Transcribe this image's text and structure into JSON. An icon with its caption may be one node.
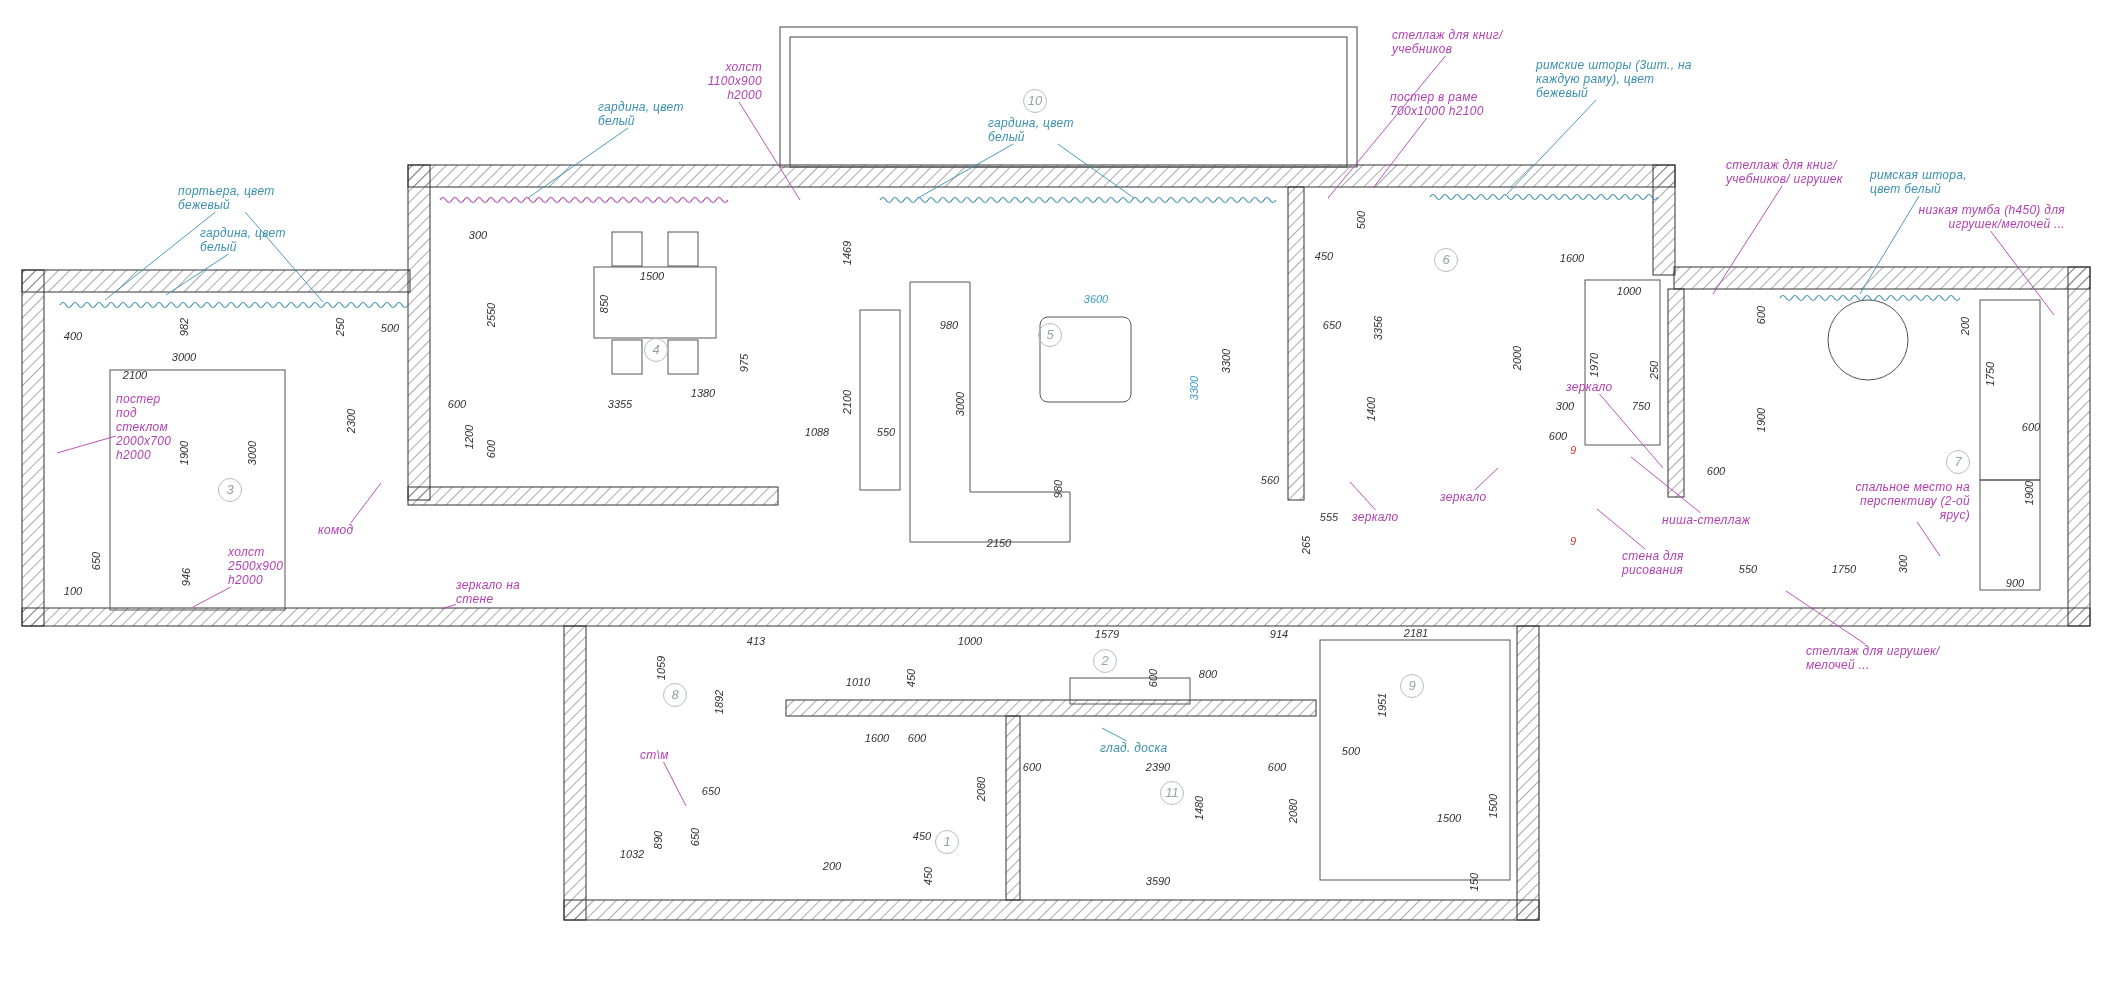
{
  "diagram": {
    "nodes": [
      {
        "text": [
          "портьера, цвет бежевый"
        ]
      },
      {
        "text": [
          "гардина, цвет белый"
        ]
      },
      {
        "text": [
          "гардина, цвет белый"
        ]
      },
      {
        "text": [
          "холст 1100x900 h2000"
        ]
      },
      {
        "text": [
          "гардина, цвет белый"
        ]
      },
      {
        "text": [
          "стеллаж для книг/учебников"
        ]
      },
      {
        "text": [
          "постер в раме 700x1000 h2100"
        ]
      },
      {
        "text": [
          "римские шторы (3шт., на каждую раму), цвет бежевый"
        ]
      },
      {
        "text": [
          "стеллаж для книг/учебников/ игрушек"
        ]
      },
      {
        "text": [
          "римская штора, цвет белый"
        ]
      },
      {
        "text": [
          "низкая тумба (h450) для игрушек/мелочей ..."
        ]
      },
      {
        "text": [
          "постер под стеклом 2000x700 h2000"
        ]
      },
      {
        "text": [
          "комод"
        ]
      },
      {
        "text": [
          "холст 2500x900 h2000"
        ]
      },
      {
        "text": [
          "зеркало на стене"
        ]
      },
      {
        "text": [
          "зеркало"
        ]
      },
      {
        "text": [
          "зеркало"
        ]
      },
      {
        "text": [
          "зеркало"
        ]
      },
      {
        "text": [
          "ниша-стеллаж"
        ]
      },
      {
        "text": [
          "стена для рисования"
        ]
      },
      {
        "text": [
          "спальное место на перспективу (2-ой ярус)"
        ]
      },
      {
        "text": [
          "стеллаж для игрушек/мелочей ..."
        ]
      },
      {
        "text": [
          "ст\\м"
        ]
      },
      {
        "text": [
          "глад. доска"
        ]
      },
      {
        "text": [
          "10"
        ]
      },
      {
        "text": [
          "4"
        ]
      },
      {
        "text": [
          "5"
        ]
      },
      {
        "text": [
          "6"
        ]
      },
      {
        "text": [
          "3"
        ]
      },
      {
        "text": [
          "7"
        ]
      },
      {
        "text": [
          "8"
        ]
      },
      {
        "text": [
          "2"
        ]
      },
      {
        "text": [
          "1"
        ]
      },
      {
        "text": [
          "11"
        ]
      },
      {
        "text": [
          "9"
        ]
      }
    ],
    "edges": [
      {
        "from": 0,
        "to": null,
        "arrow": "none",
        "color": "#3a8fb0"
      },
      {
        "from": 0,
        "to": null,
        "arrow": "none",
        "color": "#3a8fb0"
      },
      {
        "from": 1,
        "to": null,
        "arrow": "none",
        "color": "#3a8fb0"
      },
      {
        "from": 2,
        "to": null,
        "arrow": "none",
        "color": "#3a8fb0"
      },
      {
        "from": 3,
        "to": null,
        "arrow": "none"
      },
      {
        "from": 4,
        "to": null,
        "arrow": "none",
        "color": "#3a8fb0"
      },
      {
        "from": 4,
        "to": null,
        "arrow": "none",
        "color": "#3a8fb0"
      },
      {
        "from": 5,
        "to": null,
        "arrow": "none"
      },
      {
        "from": 6,
        "to": null,
        "arrow": "none"
      },
      {
        "from": 7,
        "to": null,
        "arrow": "none",
        "color": "#3a8fb0"
      },
      {
        "from": 8,
        "to": null,
        "arrow": "none"
      },
      {
        "from": 9,
        "to": null,
        "arrow": "none",
        "color": "#3a8fb0"
      },
      {
        "from": 10,
        "to": null,
        "arrow": "none"
      },
      {
        "from": 11,
        "to": null,
        "arrow": "none"
      },
      {
        "from": 12,
        "to": null,
        "arrow": "none"
      },
      {
        "from": 13,
        "to": null,
        "arrow": "none"
      },
      {
        "from": 14,
        "to": null,
        "arrow": "none"
      },
      {
        "from": 15,
        "to": null,
        "arrow": "none"
      },
      {
        "from": 16,
        "to": null,
        "arrow": "none"
      },
      {
        "from": 17,
        "to": null,
        "arrow": "none"
      },
      {
        "from": 18,
        "to": null,
        "arrow": "none"
      },
      {
        "from": 19,
        "to": null,
        "arrow": "none"
      },
      {
        "from": 20,
        "to": null,
        "arrow": "none"
      },
      {
        "from": 21,
        "to": null,
        "arrow": "none"
      },
      {
        "from": 22,
        "to": null,
        "arrow": "none"
      },
      {
        "from": 23,
        "to": null,
        "arrow": "none",
        "color": "#3a8fb0"
      }
    ],
    "labels": [
      "400",
      "982",
      "3000",
      "250",
      "500",
      "2100",
      "3000",
      "1900",
      "2300",
      "650",
      "946",
      "100",
      "300",
      "1500",
      "850",
      "2550",
      "600",
      "3355",
      "1380",
      "1200",
      "600",
      "1469",
      "975",
      "980",
      "3600",
      "3000",
      "2100",
      "1088",
      "550",
      "3300",
      "3300",
      "980",
      "560",
      "500",
      "450",
      "650",
      "3356",
      "1400",
      "555",
      "265",
      "2150",
      "1600",
      "1000",
      "2000",
      "1970",
      "250",
      "300",
      "750",
      "600",
      "9",
      "9",
      "600",
      "200",
      "1750",
      "1900",
      "600",
      "600",
      "1900",
      "550",
      "1750",
      "300",
      "900",
      "2181",
      "1059",
      "413",
      "1892",
      "1010",
      "450",
      "1000",
      "1579",
      "600",
      "800",
      "914",
      "1600",
      "600",
      "2080",
      "600",
      "2390",
      "600",
      "2080",
      "1480",
      "650",
      "650",
      "890",
      "1032",
      "450",
      "450",
      "200",
      "3590",
      "500",
      "1951",
      "1500",
      "1500",
      "150"
    ]
  }
}
